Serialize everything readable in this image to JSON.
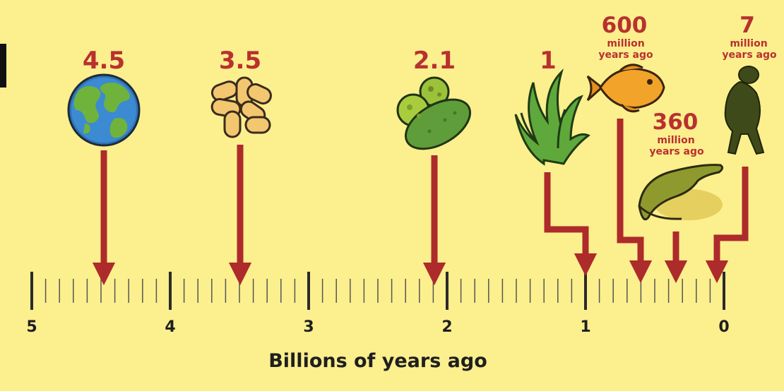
{
  "colors": {
    "background": "#fcef8e",
    "label": "#b8312f",
    "arrow": "#ad2b2a",
    "axis": "#2b2b2b"
  },
  "axis": {
    "title": "Billions of years ago",
    "ticks": [
      "5",
      "4",
      "3",
      "2",
      "1",
      "0"
    ],
    "minor_per_major": 10,
    "direction": "reversed",
    "range": [
      5,
      0
    ]
  },
  "events": [
    {
      "id": "earth",
      "label": "4.5",
      "sub": "",
      "value": 4.5,
      "icon": "earth-icon"
    },
    {
      "id": "cells",
      "label": "3.5",
      "sub": "",
      "value": 3.5,
      "icon": "bacteria-cells-icon"
    },
    {
      "id": "eukaryotes",
      "label": "2.1",
      "sub": "",
      "value": 2.1,
      "icon": "eukaryotic-cells-icon"
    },
    {
      "id": "algae",
      "label": "1",
      "sub": "",
      "value": 1.0,
      "icon": "algae-icon"
    },
    {
      "id": "fish",
      "label": "600",
      "sub": "million years ago",
      "value": 0.6,
      "icon": "fish-icon"
    },
    {
      "id": "tetrapod",
      "label": "360",
      "sub": "million years ago",
      "value": 0.36,
      "icon": "tetrapod-icon"
    },
    {
      "id": "hominin",
      "label": "7",
      "sub": "million years ago",
      "value": 0.007,
      "icon": "hominin-icon"
    }
  ]
}
